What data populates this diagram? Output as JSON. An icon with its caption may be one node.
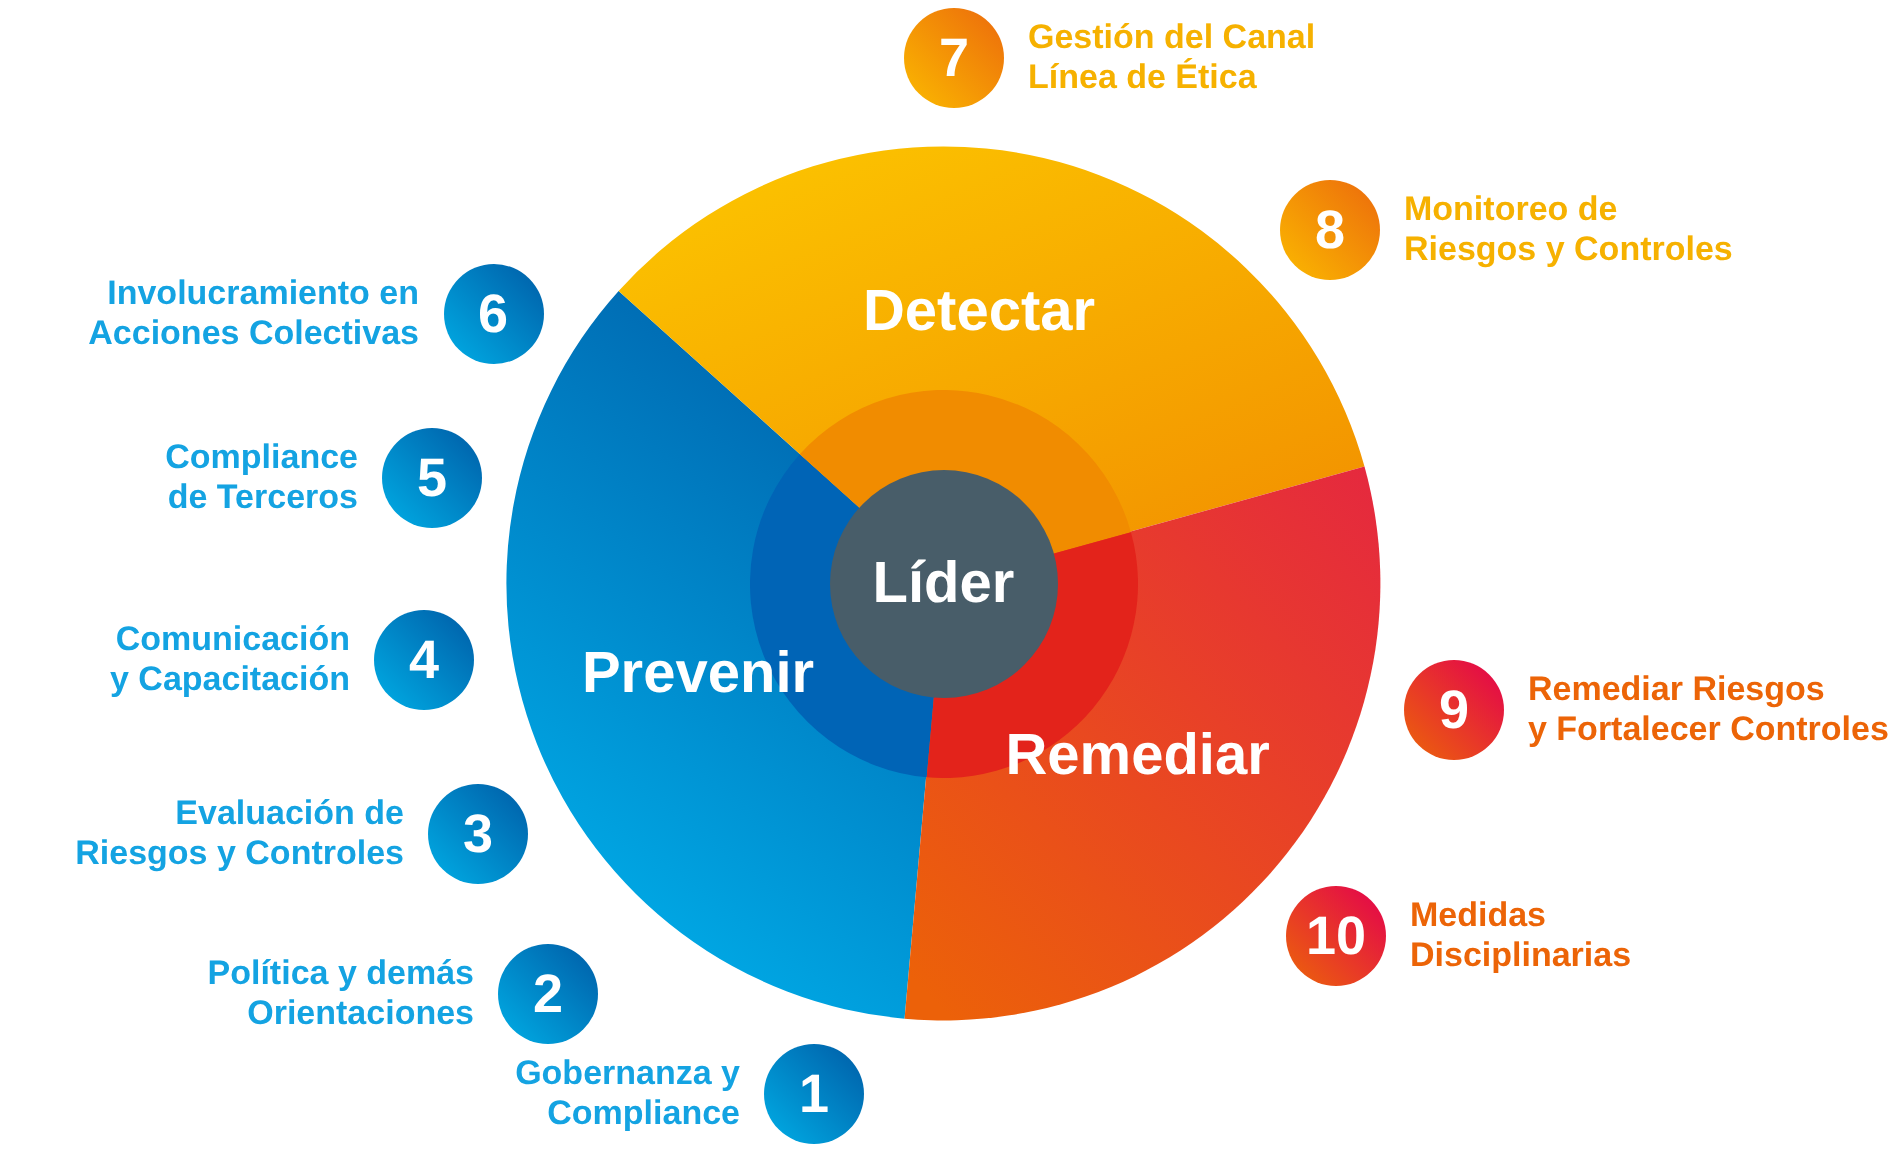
{
  "diagram": {
    "nodes": [
      {
        "text": [
          "Líder"
        ]
      },
      {
        "text": [
          "Prevenir"
        ]
      },
      {
        "text": [
          "Detectar"
        ]
      },
      {
        "text": [
          "Remediar"
        ]
      },
      {
        "text": [
          "1"
        ],
        "beside": [
          "Gobernanza y Compliance"
        ]
      },
      {
        "text": [
          "2"
        ],
        "beside": [
          "Política y demás Orientaciones"
        ]
      },
      {
        "text": [
          "3"
        ],
        "beside": [
          "Evaluación de Riesgos y Controles"
        ]
      },
      {
        "text": [
          "4"
        ],
        "beside": [
          "Comunicación y Capacitación"
        ]
      },
      {
        "text": [
          "5"
        ],
        "beside": [
          "Compliance de Terceros"
        ]
      },
      {
        "text": [
          "6"
        ],
        "beside": [
          "Involucramiento en Acciones Colectivas"
        ]
      },
      {
        "text": [
          "7"
        ],
        "beside": [
          "Gestión del Canal Línea de Ética"
        ]
      },
      {
        "text": [
          "8"
        ],
        "beside": [
          "Monitoreo de Riesgos y Controles"
        ]
      },
      {
        "text": [
          "9"
        ],
        "beside": [
          "Remediar Riesgos y Fortalecer Controles"
        ]
      },
      {
        "text": [
          "10"
        ],
        "beside": [
          "Medidas Disciplinarias"
        ]
      }
    ]
  }
}
